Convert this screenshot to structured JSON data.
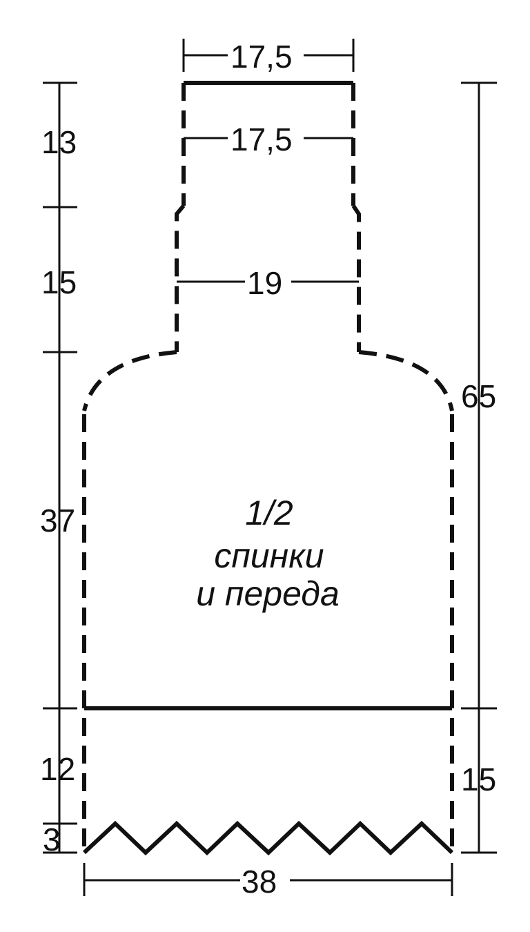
{
  "diagram": {
    "title_line1": "1/2",
    "title_line2": "спинки",
    "title_line3": "и переда",
    "left_dims": [
      "13",
      "15",
      "37",
      "12",
      "3"
    ],
    "right_dims": [
      "65",
      "15"
    ],
    "top_width": "17,5",
    "neck_width": "17,5",
    "shoulder_width": "19",
    "bottom_width": "38",
    "line_color": "#111111",
    "background": "#ffffff"
  }
}
